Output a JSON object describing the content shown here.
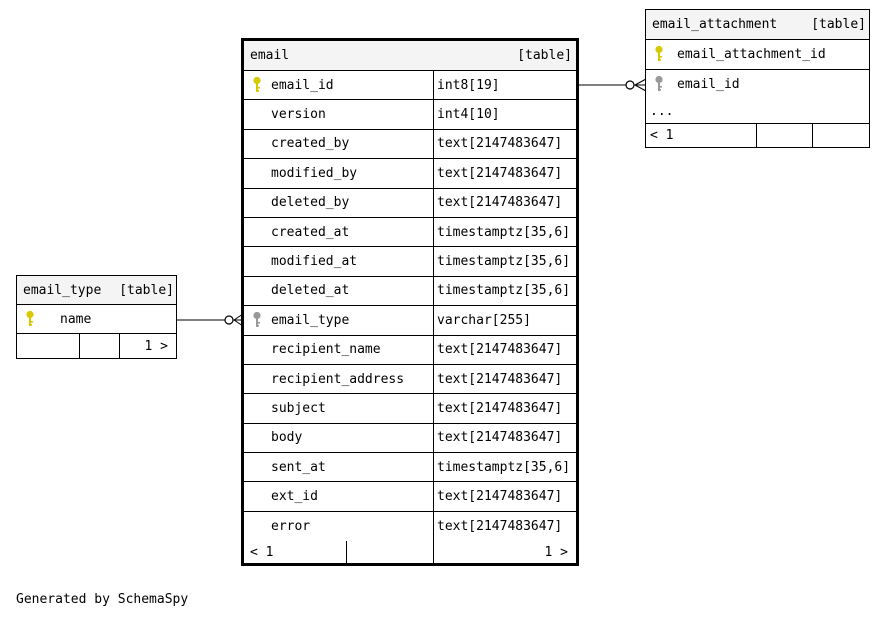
{
  "colors": {
    "primary_key": "#d8c800",
    "foreign_key": "#999999",
    "header_bg": "#f4f4f4",
    "border": "#000000"
  },
  "email": {
    "name": "email",
    "tag": "[table]",
    "columns": [
      {
        "name": "email_id",
        "type": "int8[19]",
        "key": "primary-key-icon"
      },
      {
        "name": "version",
        "type": "int4[10]"
      },
      {
        "name": "created_by",
        "type": "text[2147483647]"
      },
      {
        "name": "modified_by",
        "type": "text[2147483647]"
      },
      {
        "name": "deleted_by",
        "type": "text[2147483647]"
      },
      {
        "name": "created_at",
        "type": "timestamptz[35,6]"
      },
      {
        "name": "modified_at",
        "type": "timestamptz[35,6]"
      },
      {
        "name": "deleted_at",
        "type": "timestamptz[35,6]"
      },
      {
        "name": "email_type",
        "type": "varchar[255]",
        "key": "foreign-key-icon"
      },
      {
        "name": "recipient_name",
        "type": "text[2147483647]"
      },
      {
        "name": "recipient_address",
        "type": "text[2147483647]"
      },
      {
        "name": "subject",
        "type": "text[2147483647]"
      },
      {
        "name": "body",
        "type": "text[2147483647]"
      },
      {
        "name": "sent_at",
        "type": "timestamptz[35,6]"
      },
      {
        "name": "ext_id",
        "type": "text[2147483647]"
      },
      {
        "name": "error",
        "type": "text[2147483647]"
      }
    ],
    "footer_left": "< 1",
    "footer_right": "1 >"
  },
  "email_type": {
    "name": "email_type",
    "tag": "[table]",
    "column": "name",
    "footer_right": "1 >"
  },
  "email_attachment": {
    "name": "email_attachment",
    "tag": "[table]",
    "columns": [
      {
        "name": "email_attachment_id",
        "key": "primary-key-icon"
      },
      {
        "name": "email_id",
        "key": "foreign-key-icon"
      }
    ],
    "more": "...",
    "footer_left": "< 1"
  },
  "footer": "Generated by SchemaSpy"
}
